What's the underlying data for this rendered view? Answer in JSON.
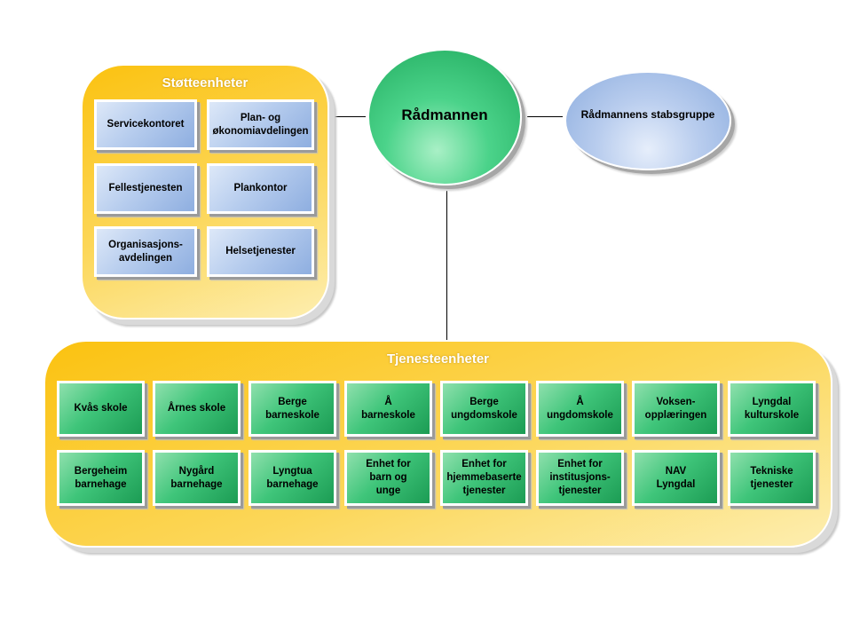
{
  "top": {
    "leader": "Rådmannen",
    "staff": "Rådmannens stabsgruppe"
  },
  "support": {
    "title": "Støtteenheter",
    "units": [
      "Servicekontoret",
      "Plan- og\nøkonomiavdelingen",
      "Fellestjenesten",
      "Plankontor",
      "Organisasjons-\navdelingen",
      "Helsetjenester"
    ]
  },
  "services": {
    "title": "Tjenesteenheter",
    "row1": [
      "Kvås skole",
      "Årnes skole",
      "Berge\nbarneskole",
      "Å\nbarneskole",
      "Berge\nungdomskole",
      "Å\nungdomskole",
      "Voksen-\nopplæringen",
      "Lyngdal\nkulturskole"
    ],
    "row2": [
      "Bergeheim\nbarnehage",
      "Nygård\nbarnehage",
      "Lyngtua\nbarnehage",
      "Enhet for\nbarn og\nunge",
      "Enhet for\nhjemmebaserte\ntjenester",
      "Enhet for\ninstitusjons-\ntjenester",
      "NAV\nLyngdal",
      "Tekniske\ntjenester"
    ]
  },
  "colors": {
    "panel": "#fbc210",
    "support_box": "#b7cdee",
    "service_box": "#3fc57a",
    "leader_circle": "#4bd38a",
    "staff_circle": "#b9cdee"
  }
}
